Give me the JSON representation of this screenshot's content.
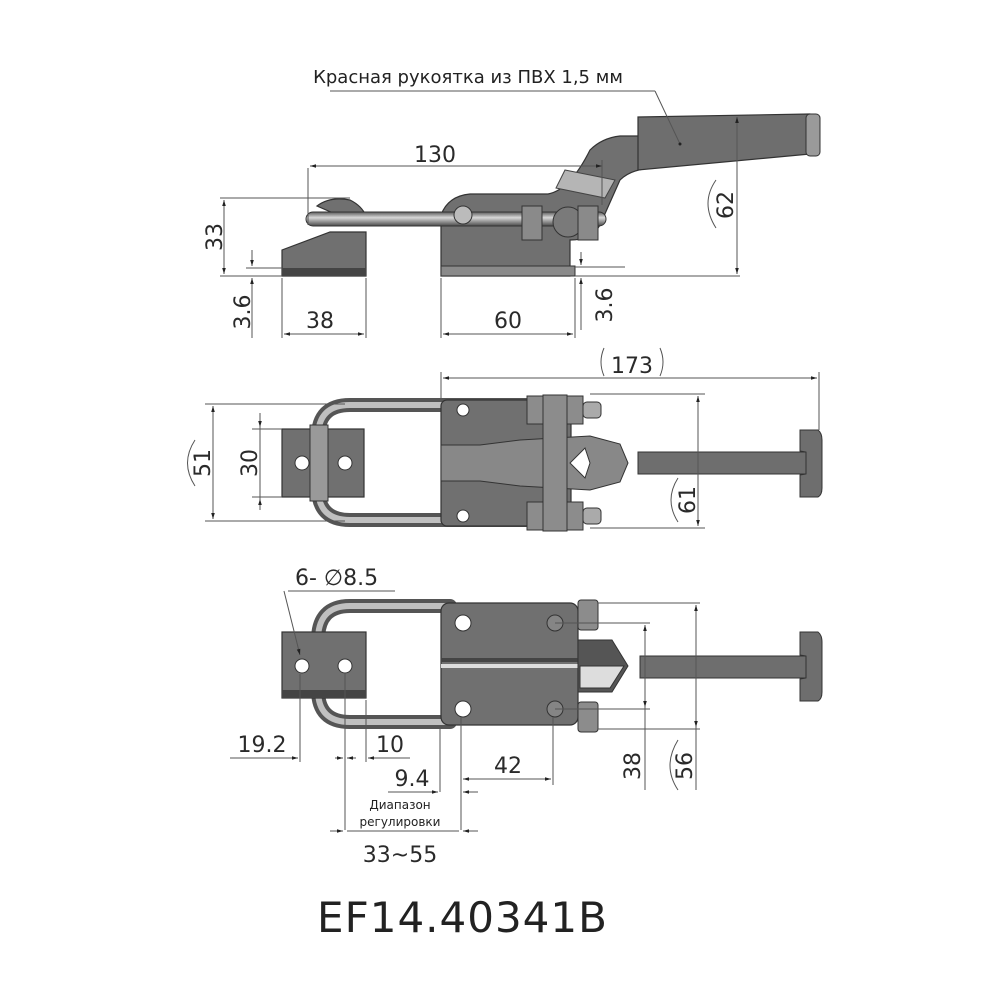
{
  "drawing": {
    "part_number": "EF14.40341B",
    "colors": {
      "part_fill": "#707070",
      "line": "#555555",
      "text": "#222222",
      "background": "#ffffff"
    }
  },
  "side_view": {
    "callout": "Красная рукоятка из ПВХ 1,5 мм",
    "dims": {
      "length_130": "130",
      "height_33": "33",
      "base_thickness_left": "3.6",
      "base_thickness_right": "3.6",
      "hook_width": "38",
      "base_width": "60",
      "height_62": "(62)"
    }
  },
  "top_view": {
    "dims": {
      "overall_length": "(173)",
      "outer_width": "(51)",
      "plate_width": "30",
      "body_width": "(61)"
    }
  },
  "bottom_view": {
    "hole_callout": "6- ∅8.5",
    "dims": {
      "d_19_2": "19.2",
      "d_10": "10",
      "d_9_4": "9.4",
      "d_42": "42",
      "d_38": "38",
      "d_56": "(56)"
    },
    "range_label_line1": "Диапазон",
    "range_label_line2": "регулировки",
    "range_value": "33~55"
  }
}
